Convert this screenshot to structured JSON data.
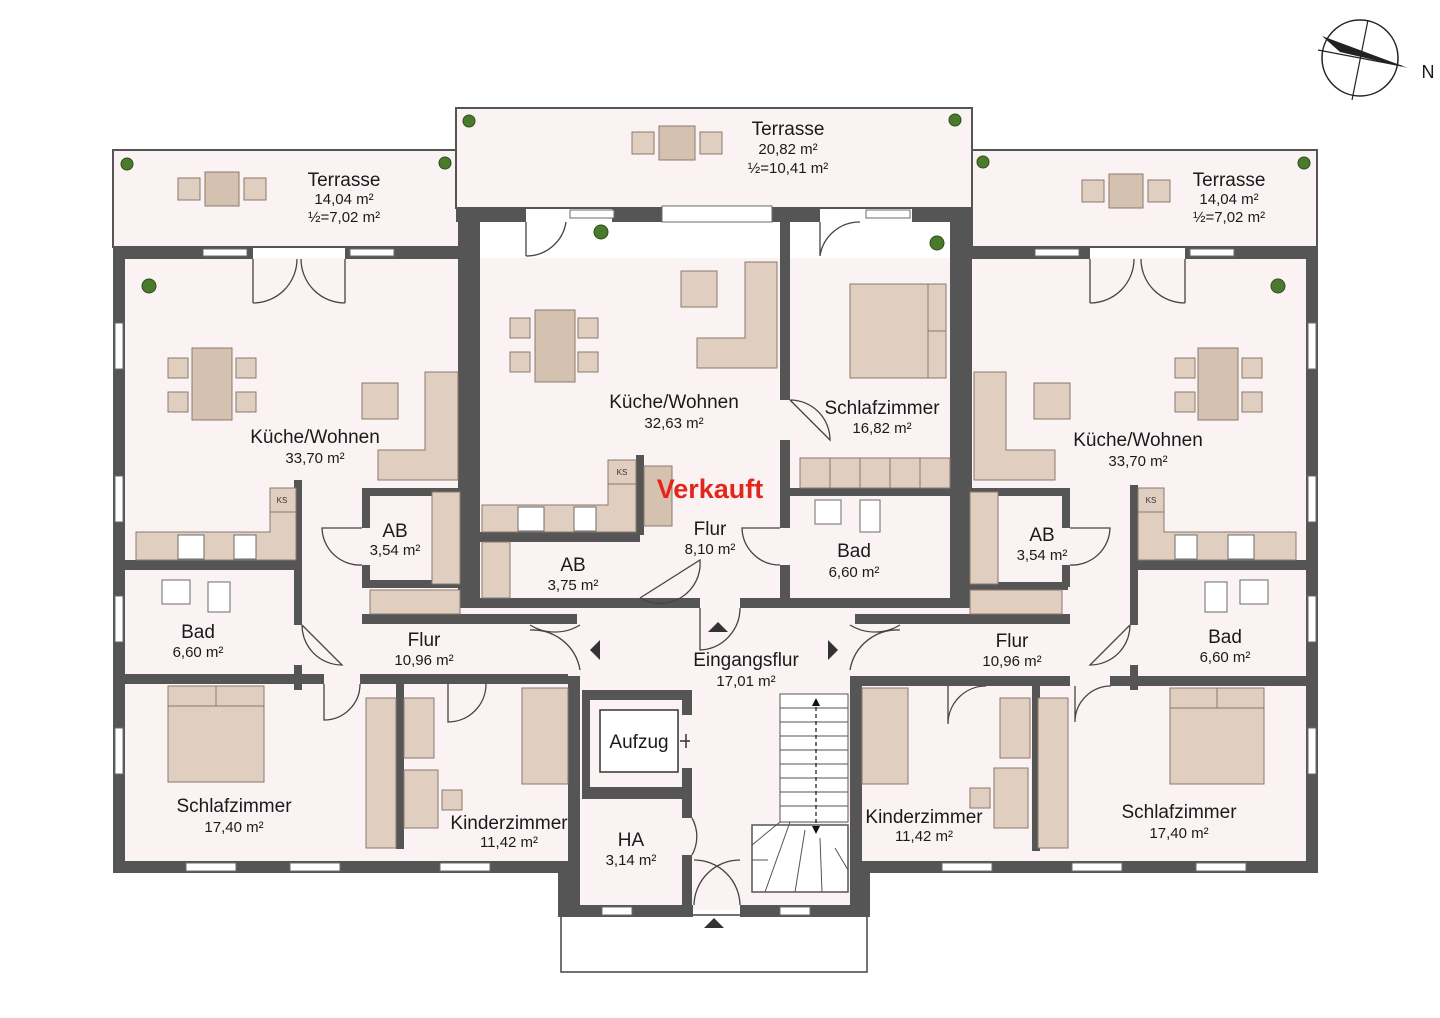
{
  "status_label": "Verkauft",
  "compass": {
    "north_label": "N"
  },
  "ks_label": "KS",
  "rooms": {
    "terrasse_left": {
      "name": "Terrasse",
      "area": "14,04 m²",
      "half": "½=7,02 m²"
    },
    "terrasse_middle": {
      "name": "Terrasse",
      "area": "20,82 m²",
      "half": "½=10,41 m²"
    },
    "terrasse_right": {
      "name": "Terrasse",
      "area": "14,04 m²",
      "half": "½=7,02 m²"
    },
    "kueche_left": {
      "name": "Küche/Wohnen",
      "area": "33,70 m²"
    },
    "kueche_middle": {
      "name": "Küche/Wohnen",
      "area": "32,63 m²"
    },
    "kueche_right": {
      "name": "Küche/Wohnen",
      "area": "33,70 m²"
    },
    "schlaf_middle": {
      "name": "Schlafzimmer",
      "area": "16,82 m²"
    },
    "ab_left": {
      "name": "AB",
      "area": "3,54 m²"
    },
    "ab_middle": {
      "name": "AB",
      "area": "3,75  m²"
    },
    "ab_right": {
      "name": "AB",
      "area": "3,54 m²"
    },
    "flur_middle": {
      "name": "Flur",
      "area": "8,10 m²"
    },
    "bad_middle": {
      "name": "Bad",
      "area": "6,60 m²"
    },
    "bad_left": {
      "name": "Bad",
      "area": "6,60 m²"
    },
    "bad_right": {
      "name": "Bad",
      "area": "6,60 m²"
    },
    "flur_left": {
      "name": "Flur",
      "area": "10,96 m²"
    },
    "flur_right": {
      "name": "Flur",
      "area": "10,96 m²"
    },
    "eingangsflur": {
      "name": "Eingangsflur",
      "area": "17,01 m²"
    },
    "aufzug": {
      "name": "Aufzug"
    },
    "schlaf_left": {
      "name": "Schlafzimmer",
      "area": "17,40 m²"
    },
    "schlaf_right": {
      "name": "Schlafzimmer",
      "area": "17,40 m²"
    },
    "kinder_left": {
      "name": "Kinderzimmer",
      "area": "11,42 m²"
    },
    "kinder_right": {
      "name": "Kinderzimmer",
      "area": "11,42 m²"
    },
    "ha": {
      "name": "HA",
      "area": "3,14 m²"
    }
  }
}
